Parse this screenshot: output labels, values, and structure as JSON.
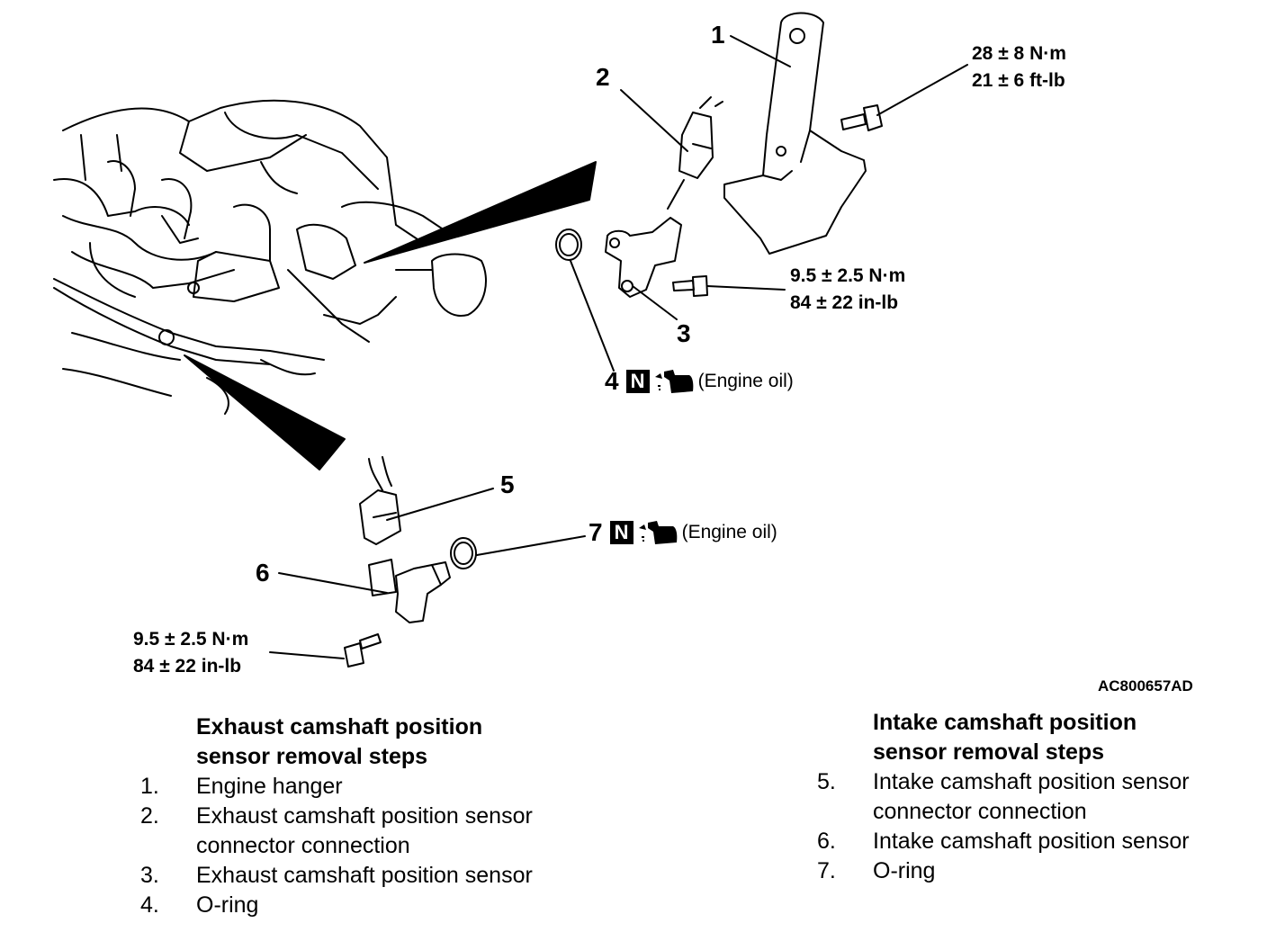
{
  "callouts": [
    "1",
    "2",
    "3",
    "5",
    "6"
  ],
  "torques": {
    "hanger_bolt": [
      "28 ± 8 N·m",
      "21 ± 6 ft-lb"
    ],
    "exhaust_sensor_bolt": [
      "9.5 ± 2.5 N·m",
      "84 ± 22 in-lb"
    ],
    "intake_sensor_bolt": [
      "9.5 ± 2.5 N·m",
      "84 ± 22 in-lb"
    ]
  },
  "lube_notes": [
    {
      "number": "4",
      "badge": "N",
      "text": "(Engine oil)",
      "icon": "oil-can-icon"
    },
    {
      "number": "7",
      "badge": "N",
      "text": "(Engine oil)",
      "icon": "oil-can-icon"
    }
  ],
  "figure_code": "AC800657AD",
  "exhaust_steps": {
    "title_line1": "Exhaust camshaft position",
    "title_line2": "sensor removal steps",
    "items": [
      {
        "n": "1.",
        "text": "Engine hanger"
      },
      {
        "n": "2.",
        "text": "Exhaust camshaft position sensor connector connection"
      },
      {
        "n": "3.",
        "text": "Exhaust camshaft position sensor"
      },
      {
        "n": "4.",
        "text": "O-ring"
      }
    ]
  },
  "intake_steps": {
    "title_line1": "Intake camshaft position",
    "title_line2": "sensor removal steps",
    "items": [
      {
        "n": "5.",
        "text": "Intake camshaft position sensor connector connection"
      },
      {
        "n": "6.",
        "text": "Intake camshaft position sensor"
      },
      {
        "n": "7.",
        "text": "O-ring"
      }
    ]
  }
}
